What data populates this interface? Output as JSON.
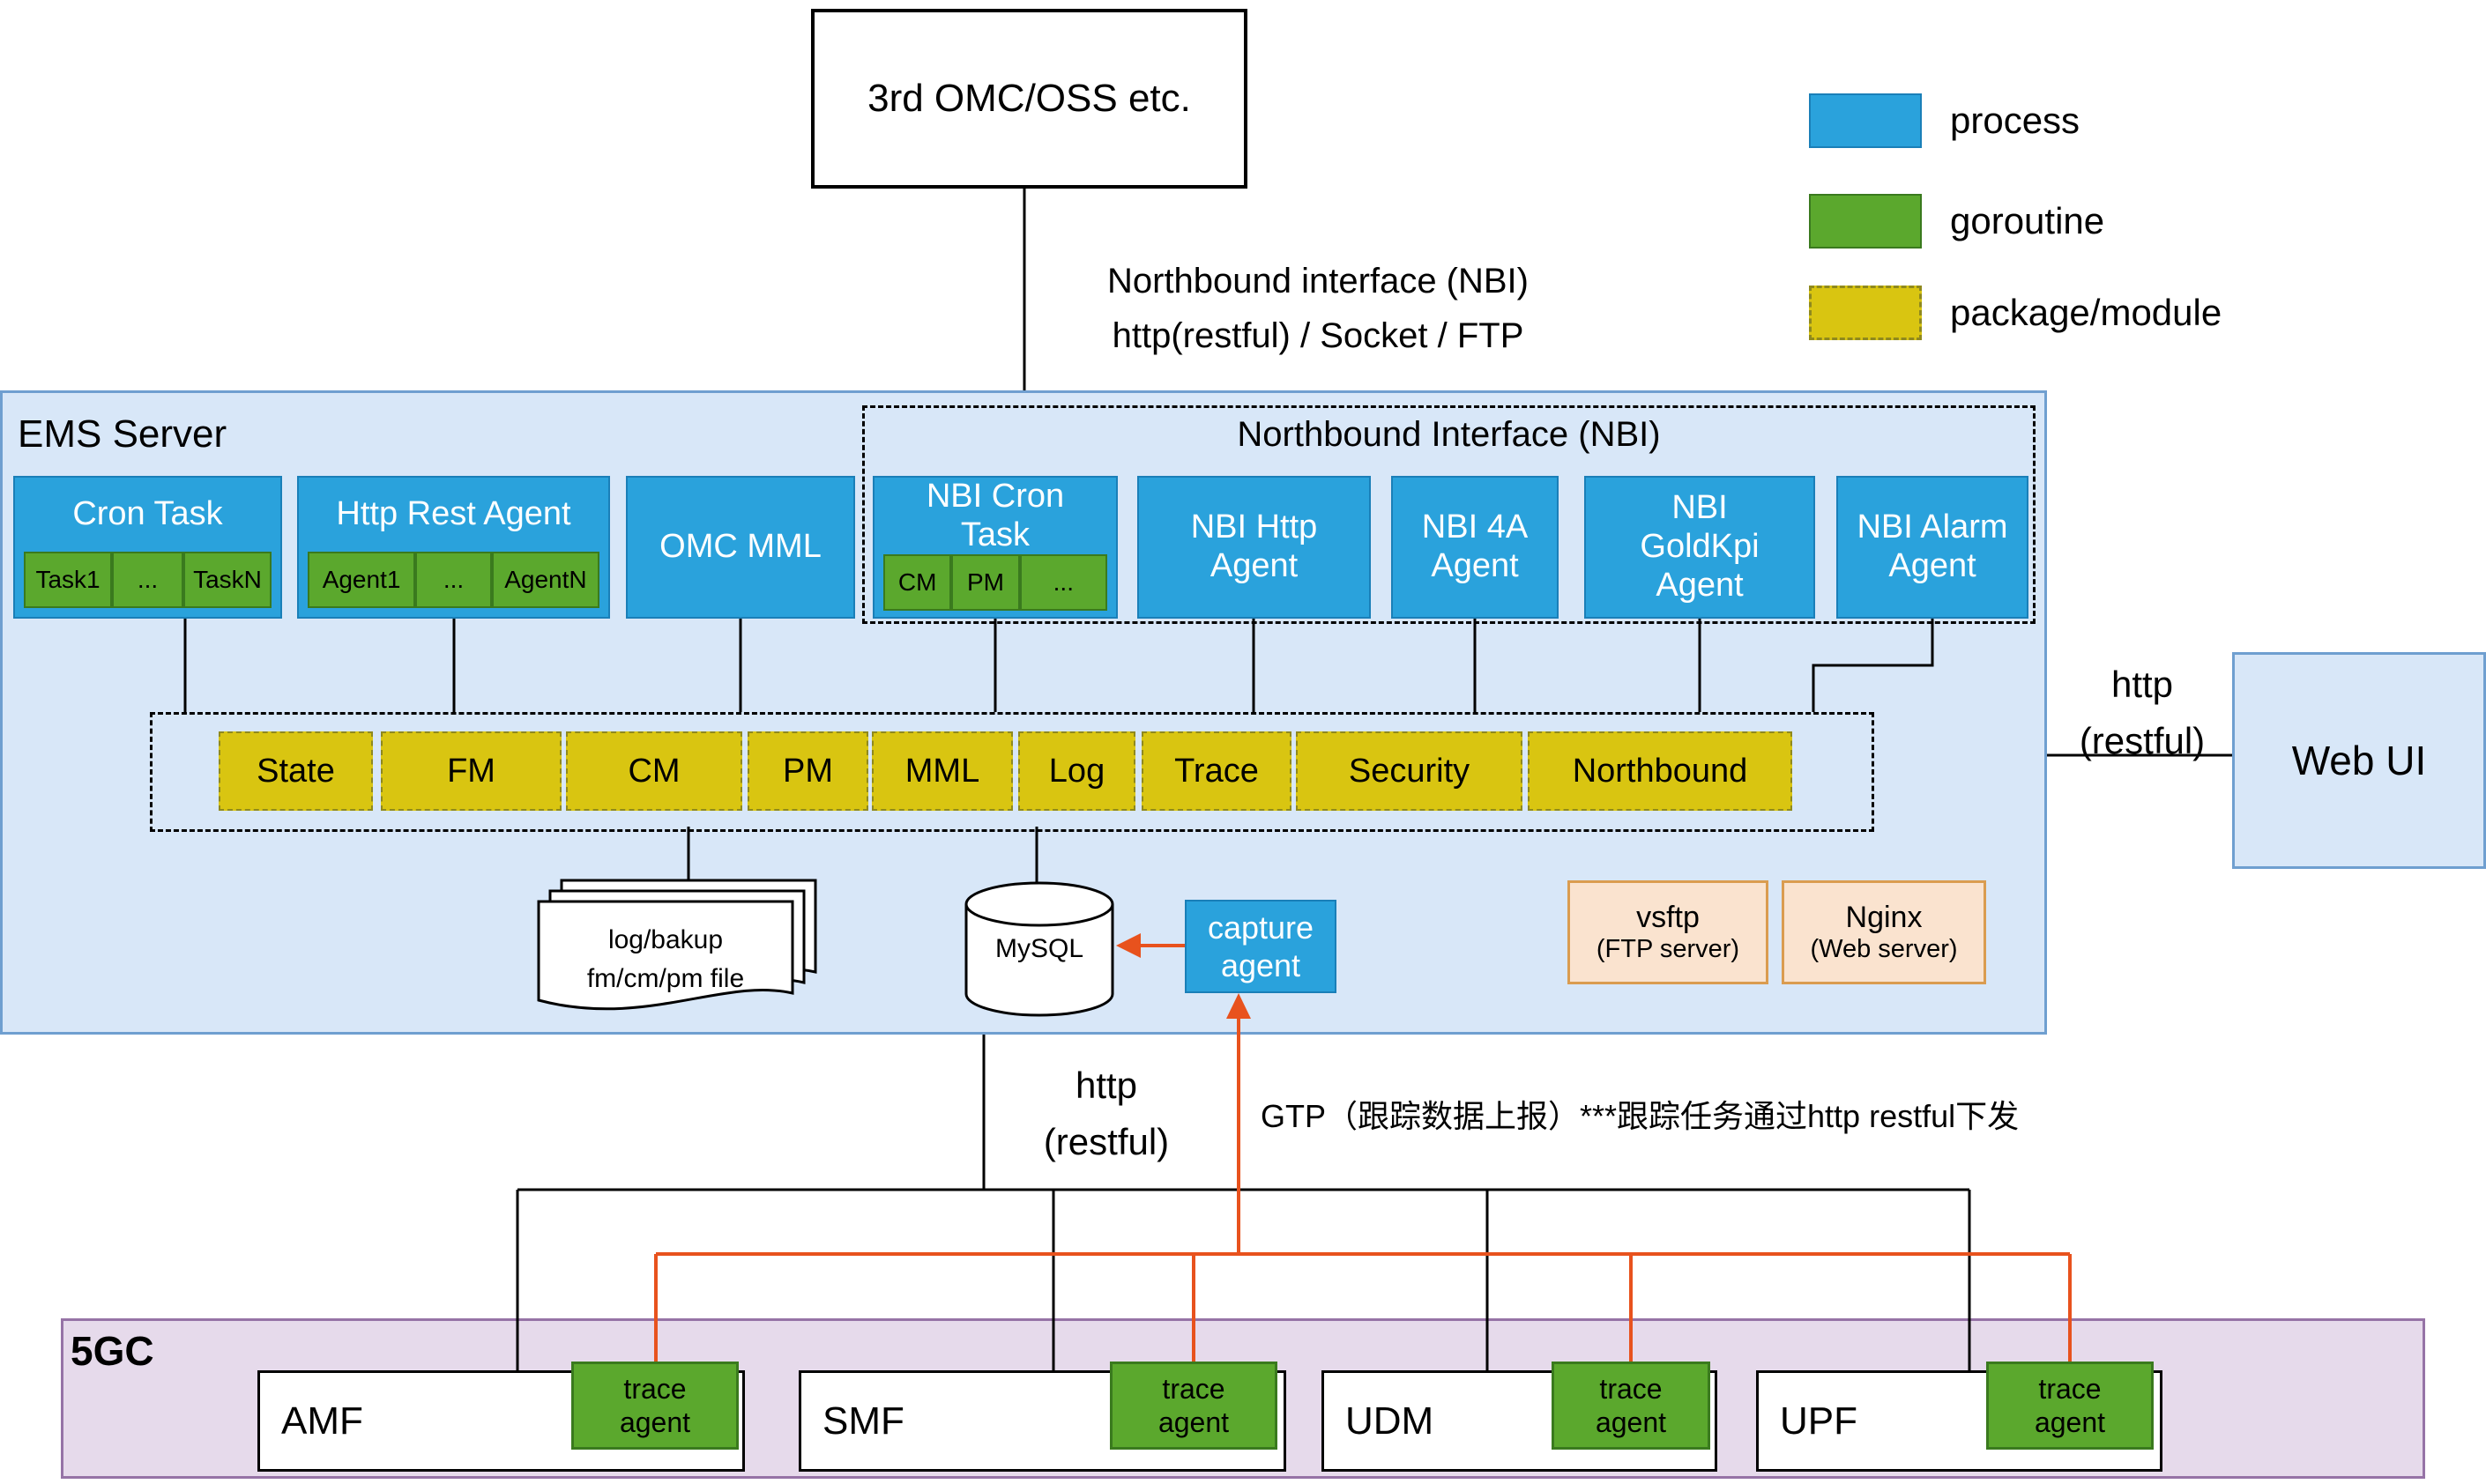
{
  "colors": {
    "process_blue": "#2aa2dc",
    "goroutine_green": "#5ba82d",
    "package_yellow": "#d9c511",
    "ems_fill": "#d8e7f8",
    "core_fill": "#e6daeb",
    "server_peach": "#fae3cf",
    "trace_orange": "#e8521d"
  },
  "legend": {
    "process": "process",
    "goroutine": "goroutine",
    "package": "package/module"
  },
  "external": {
    "omc_label": "3rd OMC/OSS etc."
  },
  "nbi_link": {
    "line1": "Northbound interface (NBI)",
    "line2": "http(restful) / Socket / FTP"
  },
  "ems": {
    "title": "EMS Server",
    "cron_task": {
      "label": "Cron Task",
      "tasks": [
        "Task1",
        "...",
        "TaskN"
      ]
    },
    "http_rest_agent": {
      "label": "Http Rest Agent",
      "agents": [
        "Agent1",
        "...",
        "AgentN"
      ]
    },
    "omc_mml": {
      "label": "OMC MML"
    },
    "nbi_region": {
      "title": "Northbound Interface (NBI)",
      "cron_task": {
        "label": "NBI Cron Task",
        "items": [
          "CM",
          "PM",
          "..."
        ]
      },
      "http_agent": "NBI Http Agent",
      "fa_agent": "NBI 4A Agent",
      "goldkpi_agent": "NBI GoldKpi Agent",
      "alarm_agent": "NBI Alarm Agent"
    },
    "packages": [
      "State",
      "FM",
      "CM",
      "PM",
      "MML",
      "Log",
      "Trace",
      "Security",
      "Northbound"
    ],
    "files": {
      "line1": "log/bakup",
      "line2": "fm/cm/pm file"
    },
    "database": "MySQL",
    "capture_agent": "capture agent",
    "vsftp": {
      "name": "vsftp",
      "desc": "(FTP server)"
    },
    "nginx": {
      "name": "Nginx",
      "desc": "(Web server)"
    }
  },
  "web_ui": {
    "label": "Web UI",
    "http": "http",
    "restful": "(restful)"
  },
  "south": {
    "http": "http",
    "restful": "(restful)",
    "gtp": "GTP（跟踪数据上报）***跟踪任务通过http restful下发"
  },
  "core": {
    "title": "5GC",
    "nfs": [
      {
        "name": "AMF",
        "agent": "trace agent"
      },
      {
        "name": "SMF",
        "agent": "trace agent"
      },
      {
        "name": "UDM",
        "agent": "trace agent"
      },
      {
        "name": "UPF",
        "agent": "trace agent"
      }
    ]
  }
}
